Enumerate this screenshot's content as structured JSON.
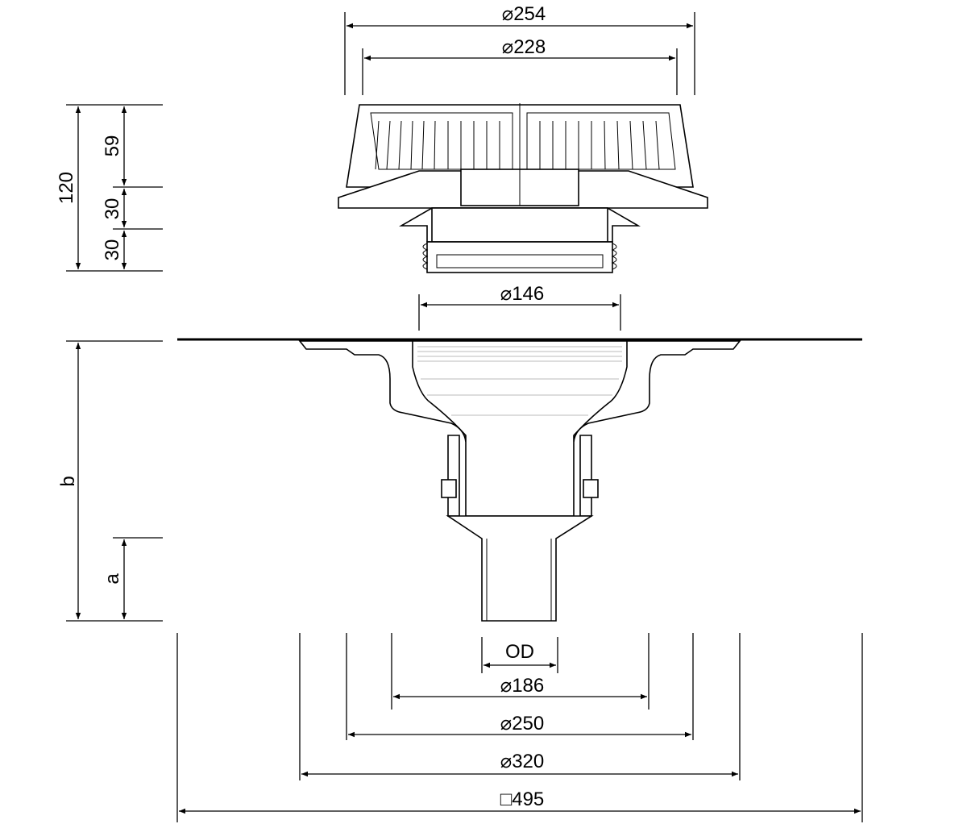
{
  "drawing": {
    "top_dims": {
      "outer": "⌀254",
      "inner": "⌀228"
    },
    "height_dims": {
      "total": "120",
      "grate": "59",
      "mid": "30",
      "lower": "30"
    },
    "inlet_dim": "⌀146",
    "body_dims": {
      "b": "b",
      "a": "a"
    },
    "bottom_dims": {
      "od": "OD",
      "d186": "⌀186",
      "d250": "⌀250",
      "d320": "⌀320",
      "sq495": "□495"
    }
  }
}
